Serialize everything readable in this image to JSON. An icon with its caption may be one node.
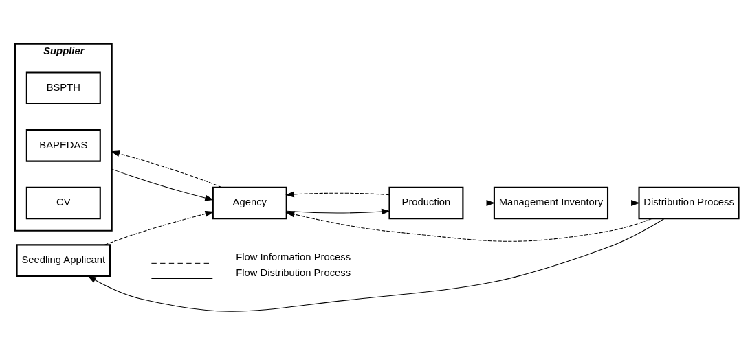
{
  "diagram": {
    "nodes": [
      {
        "text": [
          "Supplier"
        ]
      },
      {
        "text": [
          "BSPTH"
        ],
        "in": 0
      },
      {
        "text": [
          "BAPEDAS"
        ],
        "in": 0
      },
      {
        "text": [
          "CV"
        ],
        "in": 0
      },
      {
        "text": [
          "Seedling Applicant"
        ]
      },
      {
        "text": [
          "Agency"
        ]
      },
      {
        "text": [
          "Production"
        ]
      },
      {
        "text": [
          "Management Inventory"
        ]
      },
      {
        "text": [
          "Distribution Process"
        ]
      }
    ],
    "edges": [
      {
        "from": 0,
        "to": 5,
        "arrow": "to"
      },
      {
        "from": 4,
        "to": 5,
        "arrow": "to",
        "style": "dashed"
      },
      {
        "from": 5,
        "to": 6,
        "arrow": "to"
      },
      {
        "from": 6,
        "to": 7,
        "arrow": "to"
      },
      {
        "from": 7,
        "to": 8,
        "arrow": "to"
      },
      {
        "from": 8,
        "to": 4,
        "arrow": "to"
      },
      {
        "from": 6,
        "to": 5,
        "arrow": "to",
        "style": "dashed"
      },
      {
        "from": 8,
        "to": 5,
        "arrow": "to",
        "style": "dashed"
      },
      {
        "from": 5,
        "to": 0,
        "arrow": "to",
        "style": "dashed"
      }
    ],
    "legend": [
      {
        "text": "Flow Information Process"
      },
      {
        "text": "Flow Distribution Process"
      }
    ]
  }
}
